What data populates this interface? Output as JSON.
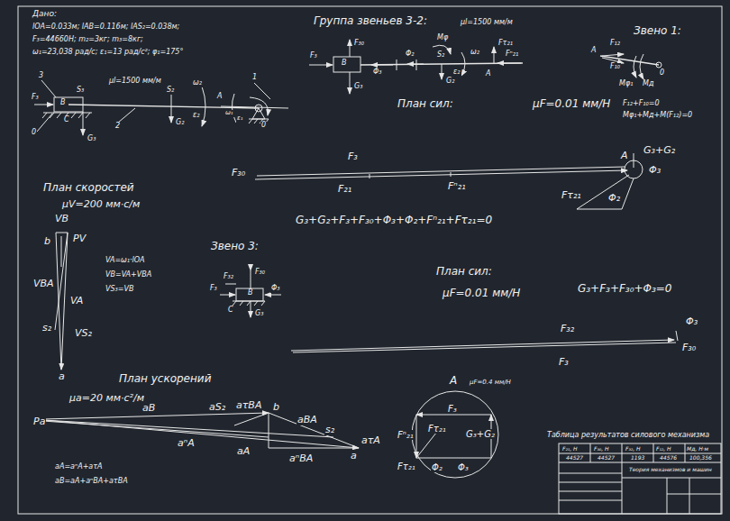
{
  "diagram": {
    "labels": [
      "Дано:",
      "lОА=0.033м;  lАВ=0.116м;  lАS₂=0.038м;",
      "F₃=44660Н;  m₂=3кг;  m₃=8кг;",
      "ω₁=23,038 рад/с;  ε₁=13 рад/с²;  φ₁=175°",
      "3",
      "F₃",
      "В",
      "S₃",
      "0",
      "С",
      "G₃",
      "μl=1500 мм/м",
      "2",
      "S₂",
      "ω₂",
      "ε₂",
      "G₂",
      "A",
      "1",
      "ω₁",
      "ε₁",
      "0",
      "Группа звеньев 3-2:",
      "μl=1500 мм/м",
      "F₃₀",
      "F₃",
      "В",
      "G₃",
      "Φ₃",
      "Mφ",
      "Φ₂",
      "S₂",
      "G₂",
      "ε₂",
      "ω₂",
      "Fτ₂₁",
      "Fⁿ₂₁",
      "A",
      "Звено 1:",
      "A",
      "F₁₂",
      "F₁₀",
      "0",
      "Mφ₁",
      "Mд",
      "F₁₂+F₁₀=0",
      "Mφ₁+Mд+M(F₁₂)=0",
      "План сил:",
      "μF=0.01 мм/Н",
      "F₃",
      "G₃+G₂",
      "A",
      "Φ₃",
      "F₃₀",
      "F₂₁",
      "Fⁿ₂₁",
      "Fτ₂₁",
      "Φ₂",
      "G₃+G₂+F₃+F₃₀+Φ₃+Φ₂+Fⁿ₂₁+Fτ₂₁=0",
      "План скоростей",
      "μV=200 мм·с/м",
      "VB",
      "b",
      "PV",
      "VBA",
      "VA",
      "s₂",
      "VS₂",
      "a",
      "VA=ω₁·lОА",
      "VB=VA+VBA",
      "VS₃=VB",
      "Звено 3:",
      "F₃₀",
      "F₃₂",
      "F₃",
      "Φ₃",
      "В",
      "С",
      "G₃",
      "План сил:",
      "μF=0.01 мм/Н",
      "G₃+F₃+F₃₀+Φ₃=0",
      "Φ₃",
      "F₃₂",
      "F₃₀",
      "F₃",
      "План ускорений",
      "μa=20 мм·с²/м",
      "Pa",
      "aB",
      "aS₂",
      "aτBA",
      "b",
      "aBA",
      "s₂",
      "aτA",
      "a",
      "aⁿA",
      "aA",
      "aⁿBA",
      "aA=aⁿA+aτA",
      "aB=aA+aⁿBA+aτBA",
      "A",
      "μF=0.4 мм/Н",
      "F₃",
      "Fτ₂₁",
      "G₃+G₂",
      "Fⁿ₂₁",
      "Fτ₂₁",
      "Φ₂",
      "Φ₃",
      "Таблица результатов силового механизма",
      "F₂₁, Н",
      "F₃₀, Н",
      "F₃₂, Н",
      "F₁₂, Н",
      "Mд, Н·м",
      "44527",
      "44527",
      "1193",
      "44576",
      "100,356",
      "Теория механизмов и машин"
    ]
  }
}
